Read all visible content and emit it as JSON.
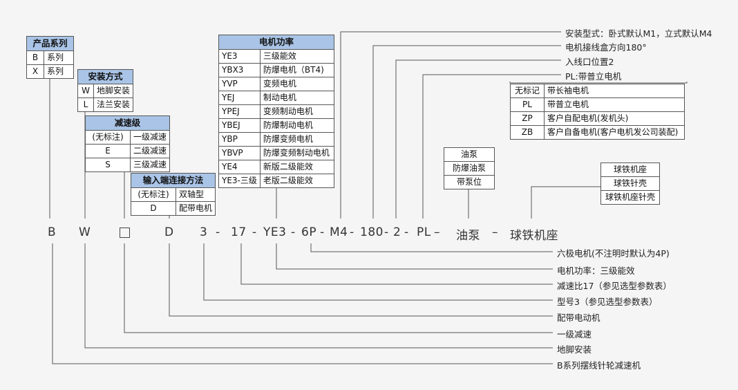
{
  "tables": {
    "product_series": {
      "title": "产品系列",
      "rows": [
        [
          "B",
          "系列"
        ],
        [
          "X",
          "系列"
        ]
      ]
    },
    "mounting": {
      "title": "安装方式",
      "rows": [
        [
          "W",
          "地脚安装"
        ],
        [
          "L",
          "法兰安装"
        ]
      ]
    },
    "reduction_stage": {
      "title": "减速级",
      "rows": [
        [
          "(无标注)",
          "一级减速"
        ],
        [
          "E",
          "二级减速"
        ],
        [
          "S",
          "三级减速"
        ]
      ]
    },
    "input_connection": {
      "title": "输入端连接方法",
      "rows": [
        [
          "(无标注)",
          "双轴型"
        ],
        [
          "D",
          "配带电机"
        ]
      ]
    },
    "motor_power": {
      "title": "电机功率",
      "rows": [
        [
          "YE3",
          "三级能效"
        ],
        [
          "YBX3",
          "防爆电机（BT4)"
        ],
        [
          "YVP",
          "变频电机"
        ],
        [
          "YEJ",
          "制动电机"
        ],
        [
          "YPEJ",
          "变频制动电机"
        ],
        [
          "YBEJ",
          "防爆制动电机"
        ],
        [
          "YBP",
          "防爆变频电机"
        ],
        [
          "YBVP",
          "防爆变频制动电机"
        ],
        [
          "YE4",
          "新版二级能效"
        ],
        [
          "YE3-三级",
          "老版二级能效"
        ]
      ]
    },
    "motor_option": {
      "rows": [
        [
          "无标记",
          "带长袖电机"
        ],
        [
          "PL",
          "带普立电机"
        ],
        [
          "ZP",
          "客户自配电机(发机头)"
        ],
        [
          "ZB",
          "客户自备电机(客户电机发公司装配)"
        ]
      ]
    },
    "oil_pump": {
      "rows": [
        "油泵",
        "防爆油泵",
        "带泵位"
      ]
    },
    "ball_seat": {
      "rows": [
        "球铁机座",
        "球铁针壳",
        "球铁机座针壳"
      ]
    }
  },
  "code": {
    "parts": [
      "B",
      "W",
      "",
      "D",
      "3",
      "-",
      "17",
      "-",
      "YE3",
      "-",
      "6P",
      "-",
      "M4",
      "-",
      "180",
      "-",
      "2",
      "-",
      "PL",
      "–",
      "油泵",
      "–",
      "球铁机座"
    ]
  },
  "top_notes": [
    "安装型式：卧式默认M1，立式默认M4",
    "电机接线盒方向180°",
    "入线口位置2",
    "PL:带普立电机"
  ],
  "bottom_notes": [
    "六极电机(不注明时默认为4P)",
    "电机功率：三级能效",
    "减速比17（参见选型参数表）",
    "型号3（参见选型参数表）",
    "配带电动机",
    "一级减速",
    "地脚安装",
    "B系列摆线针轮减速机"
  ]
}
